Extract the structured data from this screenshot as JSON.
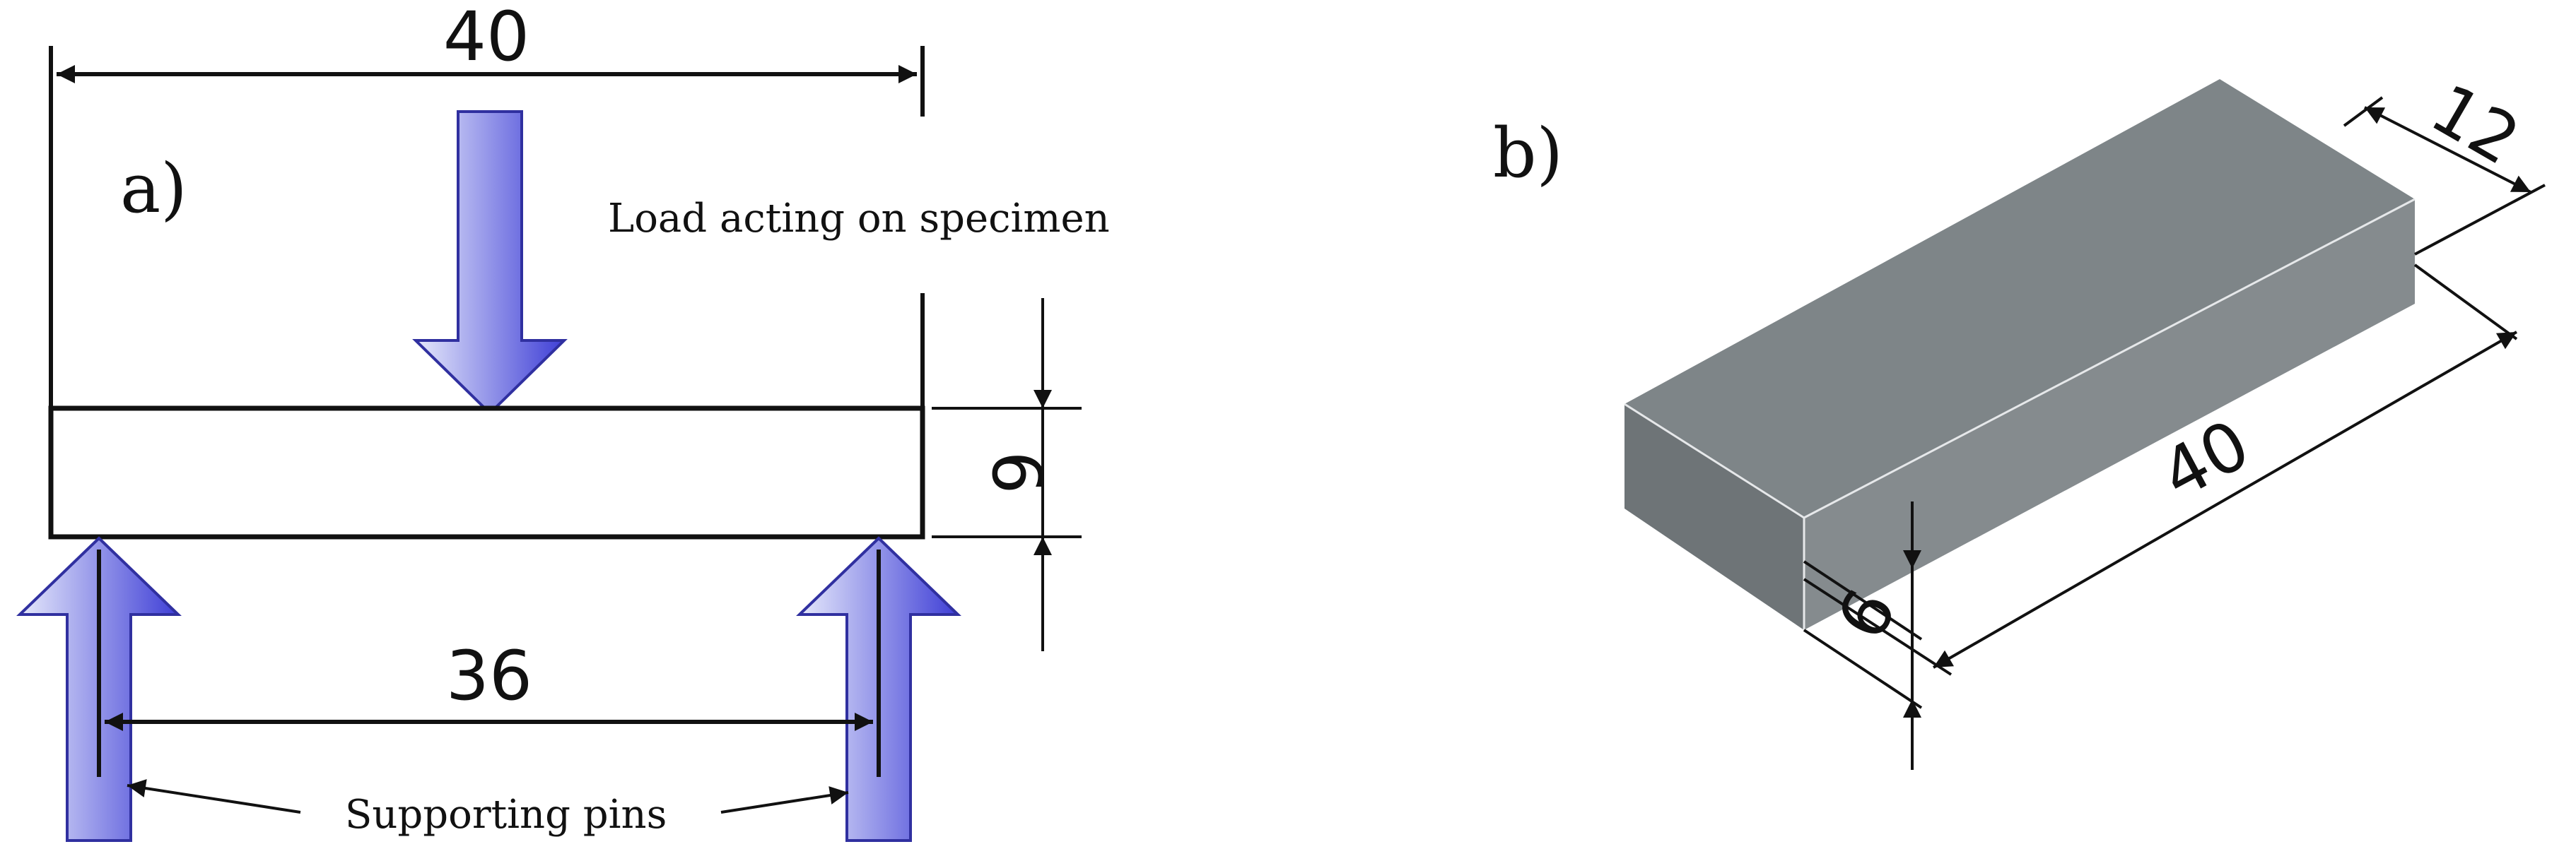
{
  "panel_a": {
    "label": "a)",
    "load_label": "Load acting on specimen",
    "support_label": "Supporting pins",
    "dim_length": "40",
    "dim_span": "36",
    "dim_thickness": "6"
  },
  "panel_b": {
    "label": "b)",
    "dim_width": "12",
    "dim_length": "40",
    "dim_thickness": "6"
  },
  "colors": {
    "arrow_light": "#e6e9fb",
    "arrow_dark": "#3f3fd6",
    "box_top": "#7e8588",
    "box_front": "#6e7477",
    "box_side": "#8a9093"
  }
}
